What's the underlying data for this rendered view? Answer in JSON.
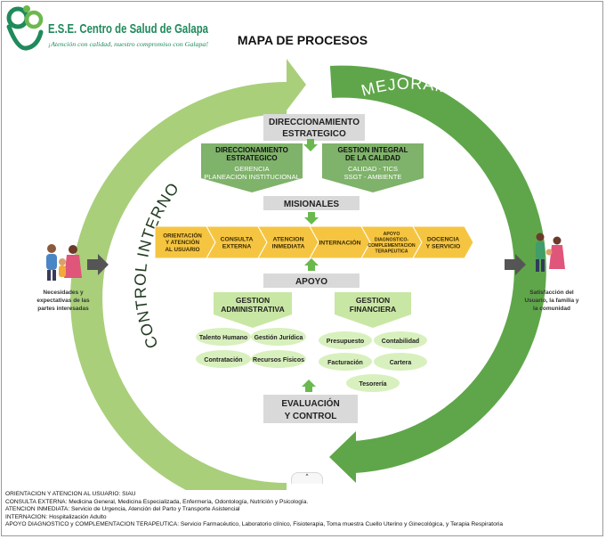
{
  "header": {
    "org_name": "E.S.E. Centro de Salud de Galapa",
    "slogan": "¡Atención con calidad, nuestro compromiso con Galapa!",
    "title": "MAPA DE PROCESOS"
  },
  "cycle": {
    "left_label": "CONTROL INTERNO",
    "right_label": "MEJORAMIENTO CONTINUO"
  },
  "strategic": {
    "header": [
      "DIRECCIONAMIENTO",
      "ESTRATEGICO"
    ],
    "left_box": {
      "title": [
        "DIRECCIONAMIENTO",
        "ESTRATEGICO"
      ],
      "items": [
        "GERENCIA",
        "PLANEACION INSTITUCIONAL"
      ]
    },
    "right_box": {
      "title": [
        "GESTION INTEGRAL",
        "DE LA CALIDAD"
      ],
      "items": [
        "CALIDAD - TICS",
        "SSGT - AMBIENTE"
      ]
    }
  },
  "missional": {
    "header": "MISIONALES",
    "steps": [
      [
        "ORIENTACIÓN",
        "Y ATENCIÓN",
        "AL USUARIO"
      ],
      [
        "CONSULTA",
        "EXTERNA"
      ],
      [
        "ATENCION",
        "INMEDIATA"
      ],
      [
        "INTERNACIÓN"
      ],
      [
        "APOYO",
        "DIAGNOSTICO-",
        "COMPLEMENTACION",
        "TERAPEUTICA"
      ],
      [
        "DOCENCIA",
        "Y SERVICIO"
      ]
    ]
  },
  "support": {
    "header": "APOYO",
    "admin": {
      "title": [
        "GESTION",
        "ADMINISTRATIVA"
      ],
      "items": [
        "Talento Humano",
        "Gestión Jurídica",
        "Contratación",
        "Recursos Físicos"
      ]
    },
    "financial": {
      "title": [
        "GESTION",
        "FINANCIERA"
      ],
      "items": [
        "Presupuesto",
        "Contabilidad",
        "Facturación",
        "Cartera",
        "Tesorería"
      ]
    }
  },
  "evaluation": {
    "header": [
      "EVALUACIÓN",
      "Y CONTROL"
    ]
  },
  "input": {
    "caption": [
      "Necesidades y",
      "expectativas de las",
      "partes interesadas"
    ]
  },
  "output": {
    "caption": [
      "Satisfacción del",
      "Usuario, la familia y",
      "la comunidad"
    ]
  },
  "legend": [
    "ORIENTACION Y ATENCION AL USUARIO: SIAU",
    "CONSULTA EXTERNA: Medicina General, Medicina Especializada, Enfermería, Odontología, Nutrición y Psicología.",
    "ATENCION INMEDIATA: Servicio de Urgencia, Atención del Parto y Transporte Asistencial",
    "INTERNACION: Hospitalización Adulto",
    "APOYO DIAGNOSTICO y COMPLEMENTACION TERAPEUTICA: Servicio Farmacéutico, Laboratorio clínico, Fisioterapia, Toma muestra Cuello Uterino y Ginecológica, y Terapia Respiratoria"
  ],
  "colors": {
    "logo_green": "#1f8a5b",
    "light_green": "#a9cf7a",
    "dark_green": "#5fa64a",
    "box_green": "#7fb26a",
    "chevron_yellow": "#f5c542",
    "pale_green": "#c9e7a4",
    "gray_bar": "#d9d9d9"
  },
  "icons": {
    "logo": "heart-figures-logo",
    "arrow": "arrow-right-icon",
    "scroll": "chevron-up-icon"
  }
}
